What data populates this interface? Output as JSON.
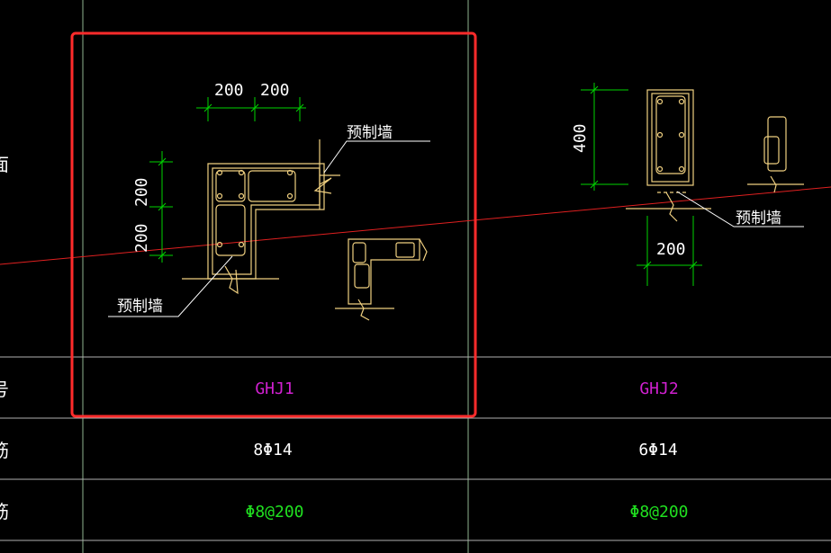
{
  "colors": {
    "grid": "#8fb58f",
    "table_line": "#b0b0b0",
    "dimension": "#00d400",
    "drawing": "#f0d080",
    "section_red": "#ff2b2b",
    "cut_line": "#e02020",
    "text_white": "#ffffff",
    "text_magenta": "#d020d0",
    "text_green": "#20e020"
  },
  "row_labels": {
    "section": "面",
    "number": "号",
    "main_bar": "筋",
    "stirrup": "筋"
  },
  "ghj1": {
    "dim_top_left": "200",
    "dim_top_right": "200",
    "dim_left_upper": "200",
    "dim_left_lower": "200",
    "label_wall_upper": "预制墙",
    "label_wall_lower": "预制墙",
    "number": "GHJ1",
    "main_bar": "8Φ14",
    "stirrup": "Φ8@200"
  },
  "ghj2": {
    "dim_vertical": "400",
    "dim_bottom": "200",
    "label_wall": "预制墙",
    "number": "GHJ2",
    "main_bar": "6Φ14",
    "stirrup": "Φ8@200"
  }
}
